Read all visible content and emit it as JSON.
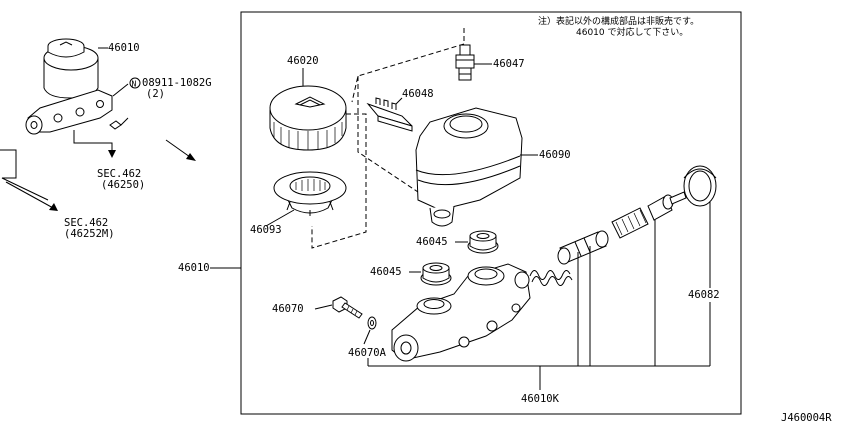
{
  "note": {
    "line1": "注）表記以外の構成部品は非販売です。",
    "line2": "46010 で対応して下さい。"
  },
  "labels": {
    "assembly_top": "46010",
    "bolt_ref": "08911-1082G",
    "bolt_qty": "(2)",
    "sec462_a": "SEC.462",
    "sec462_a_ref": "(46250)",
    "sec462_b": "SEC.462",
    "sec462_b_ref": "(46252M)",
    "cap": "46020",
    "strainer": "46093",
    "bracket": "46048",
    "connector": "46047",
    "reservoir": "46090",
    "grommet_upper": "46045",
    "grommet_lower": "46045",
    "assembly_left": "46010",
    "bolt": "46070",
    "washer": "46070A",
    "seal_ring": "46082",
    "piston_kit": "46010K",
    "diagram_code": "J460004R"
  },
  "symbols": {
    "n_circle": "N"
  }
}
